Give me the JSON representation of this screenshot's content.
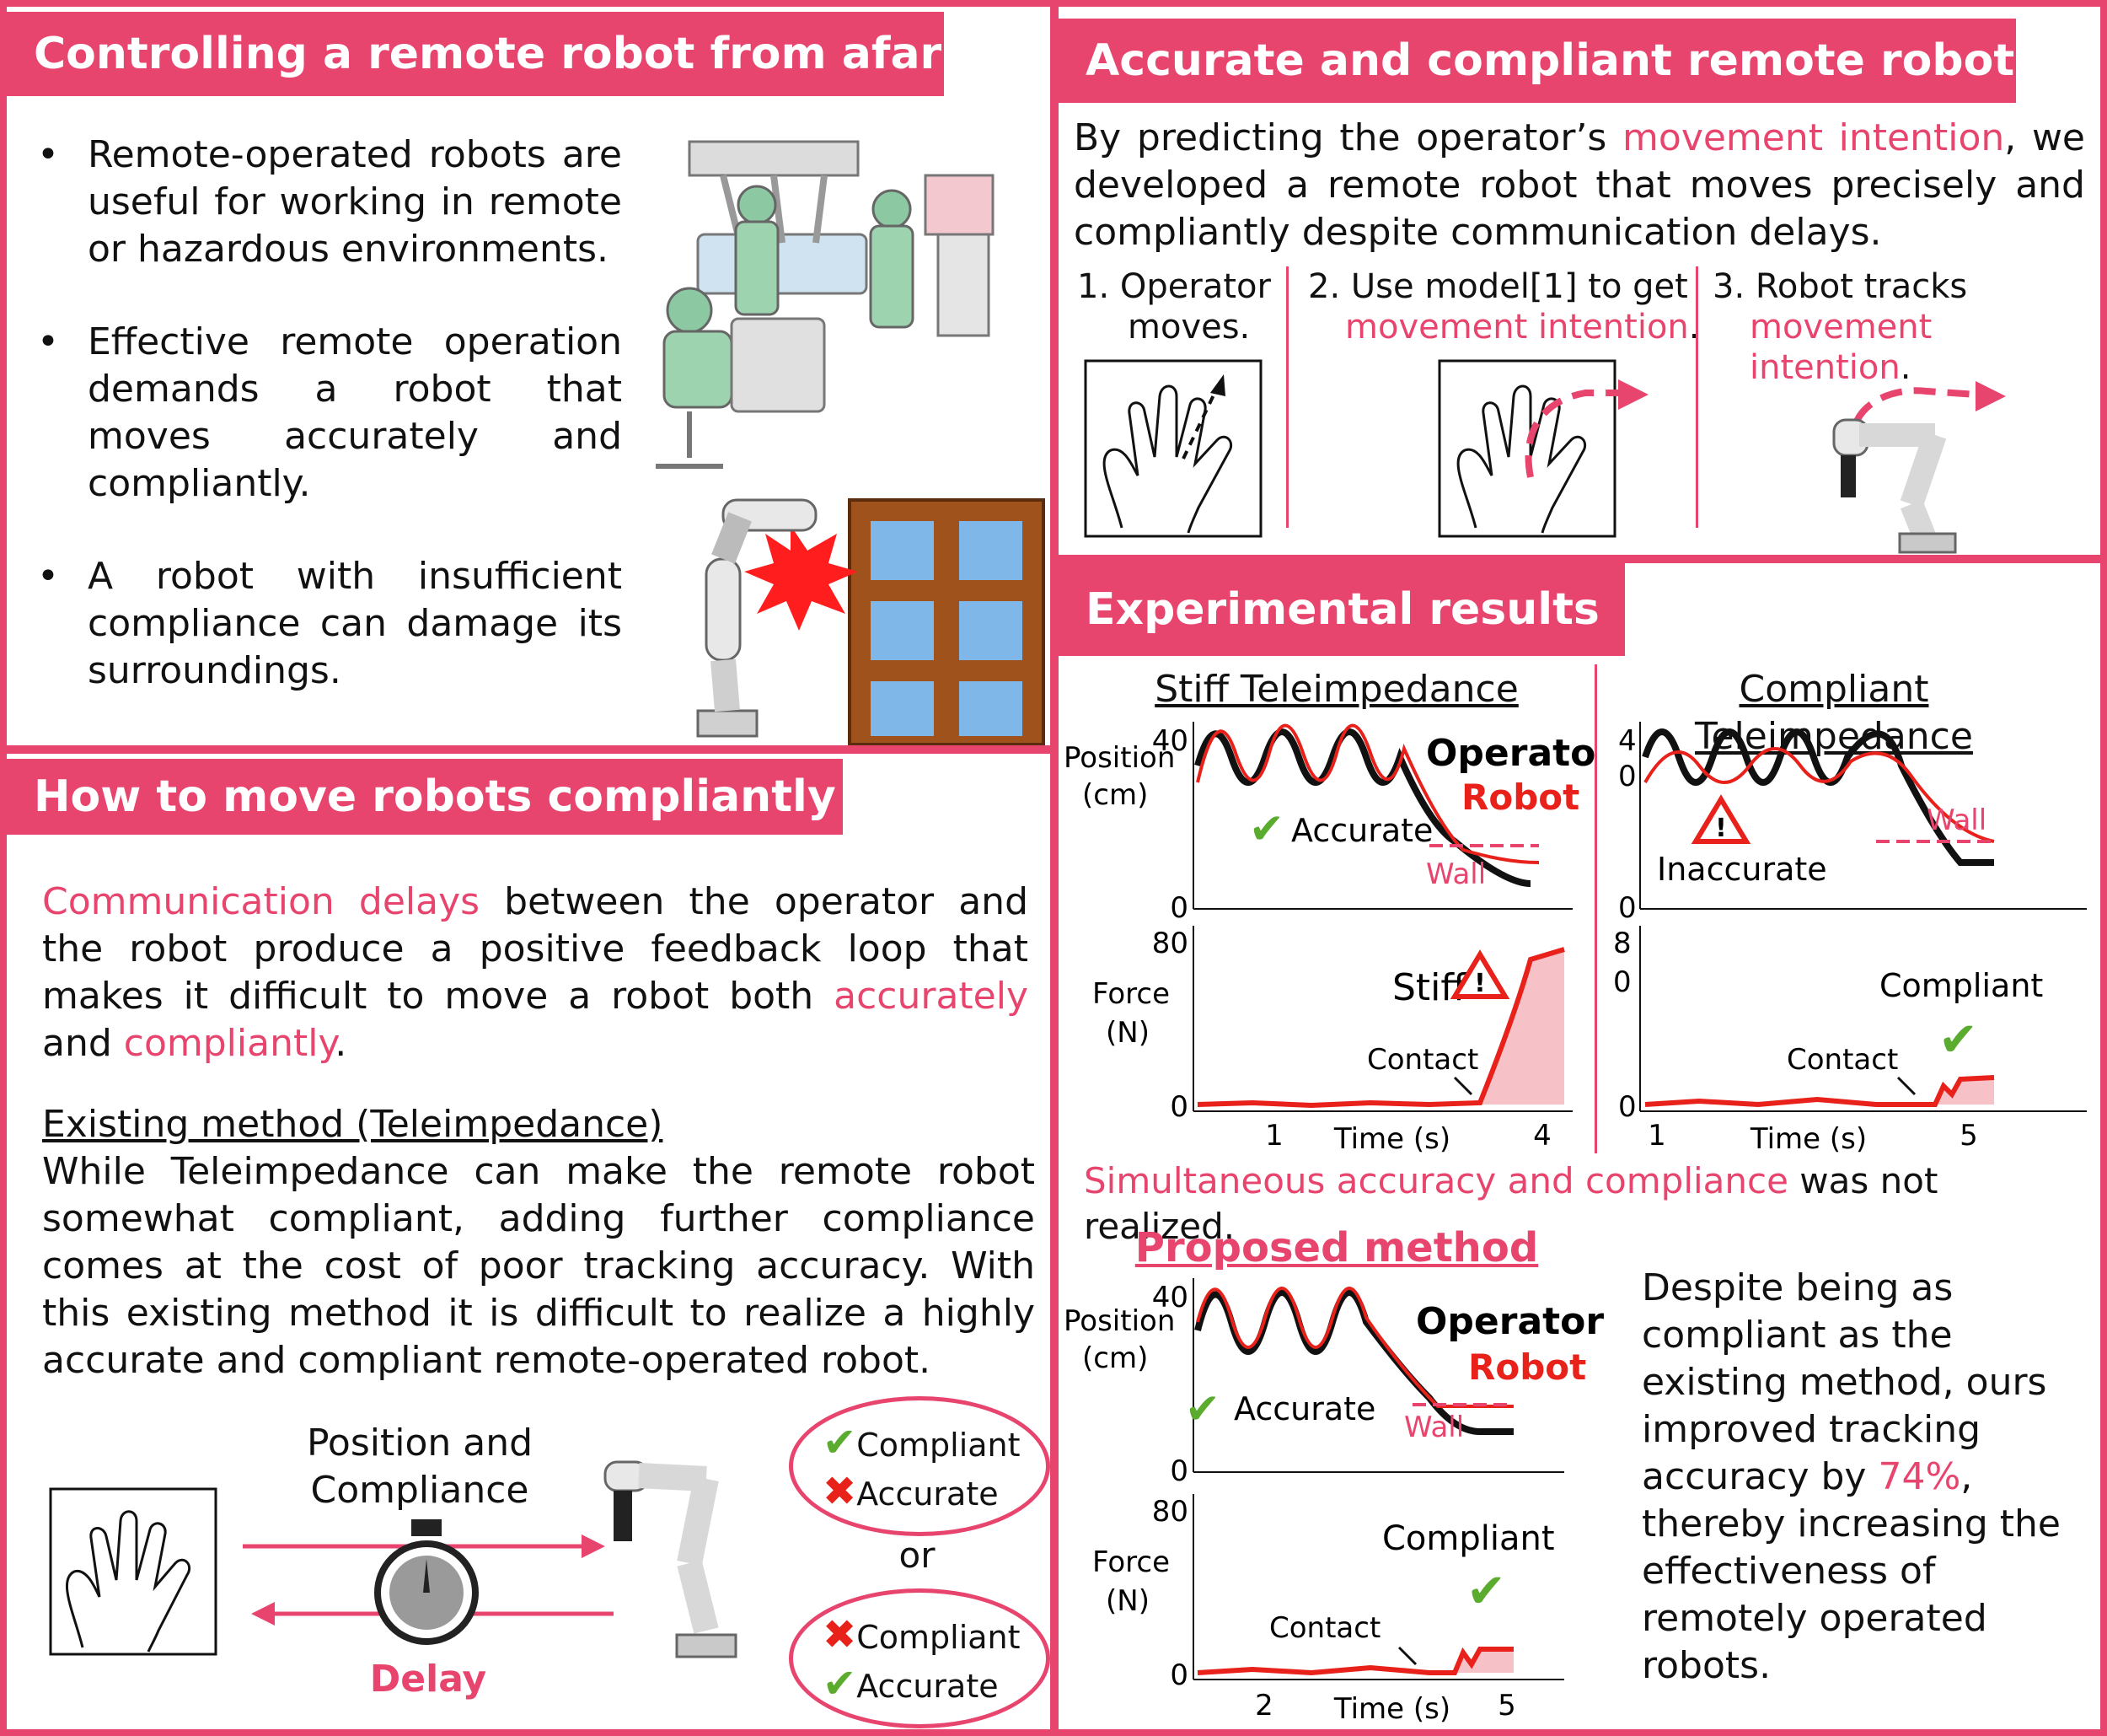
{
  "colors": {
    "accent": "#e8456e",
    "robot_line": "#e8211b",
    "operator_line": "#000000",
    "check": "#5aab2e",
    "cross": "#e8211b"
  },
  "remote": {
    "title": "Controlling a remote robot from afar",
    "bullets": [
      "Remote-operated robots are useful for working in remote or hazardous environments.",
      "Effective remote operation demands a robot that moves accurately and compliantly.",
      "A robot with insufficient compliance can damage its surroundings."
    ]
  },
  "how": {
    "title": "How to move robots compliantly",
    "intro": {
      "a": "Communication delays",
      "b": " between the operator and the robot produce a positive feedback loop that makes it difficult to move a robot both ",
      "c": "accurately",
      "d": " and ",
      "e": "compliantly",
      "f": "."
    },
    "existing_heading": "Existing method (Teleimpedance)",
    "existing_text": "While Teleimpedance can make the remote robot somewhat compliant, adding further compliance comes at the cost of poor tracking accuracy. With this existing method it is difficult to realize a highly accurate and compliant remote-operated robot.",
    "diagram": {
      "signal_label_1": "Position and",
      "signal_label_2": "Compliance",
      "delay": "Delay",
      "option1": [
        "Compliant",
        "Accurate"
      ],
      "or": "or",
      "option2": [
        "Compliant",
        "Accurate"
      ]
    }
  },
  "accurate": {
    "title": "Accurate and compliant remote robot",
    "intro": {
      "a": "By predicting the operator’s ",
      "b": "movement intention",
      "c": ", we developed a remote robot that moves precisely and compliantly despite communication delays."
    },
    "steps": [
      {
        "num": "1.",
        "line1": "Operator",
        "line2": "moves."
      },
      {
        "num": "2.",
        "line1": "Use model[1] to get",
        "line2": "movement intention",
        "end": "."
      },
      {
        "num": "3.",
        "line1": "Robot tracks",
        "line2": "movement intention",
        "end": "."
      }
    ]
  },
  "results": {
    "title": "Experimental results",
    "stiff_title": "Stiff Teleimpedance",
    "compliant_title": "Compliant Teleimpedance",
    "conclusion_a": "Simultaneous accuracy and compliance",
    "conclusion_b": " was not realized.",
    "proposed_title": "Proposed method",
    "summary": {
      "a": "Despite being as compliant as the existing method, ours improved tracking accuracy by ",
      "b": "74%",
      "c": ", thereby increasing the effectiveness of remotely operated robots."
    },
    "labels": {
      "position": "Position",
      "position_unit": "(cm)",
      "force": "Force",
      "force_unit": "(N)",
      "time": "Time (s)",
      "operator": "Operator",
      "robot": "Robot",
      "wall": "Wall",
      "contact": "Contact",
      "accurate": "Accurate",
      "inaccurate": "Inaccurate",
      "stiff": "Stiff",
      "compliant": "Compliant"
    },
    "ticks": {
      "stiff_pos": [
        "40",
        "0"
      ],
      "stiff_force": [
        "80",
        "0"
      ],
      "stiff_time": [
        "1",
        "4"
      ],
      "comp_pos": [
        "4",
        "0",
        "0"
      ],
      "comp_force": [
        "8",
        "0",
        "0"
      ],
      "comp_time": [
        "1",
        "5"
      ],
      "prop_pos": [
        "40",
        "0"
      ],
      "prop_force": [
        "80",
        "0"
      ],
      "prop_time": [
        "2",
        "5"
      ]
    }
  }
}
